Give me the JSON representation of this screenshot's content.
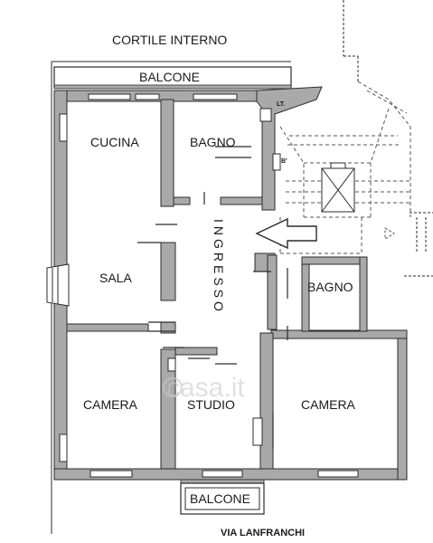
{
  "labels": {
    "courtyard": "CORTILE INTERNO",
    "balcony_top": "BALCONE",
    "balcony_bottom": "BALCONE",
    "kitchen": "CUCINA",
    "bath_top": "BAGNO",
    "bath_right": "BAGNO",
    "entrance": "INGRESSO",
    "living": "SALA",
    "bedroom_left": "CAMERA",
    "study": "STUDIO",
    "bedroom_right": "CAMERA",
    "street": "VIA LANFRANCHI",
    "laundry_tag": "LT.",
    "closet_tag": "B'"
  },
  "watermark": "casa.it",
  "colors": {
    "wall_fill": "#a9a9a9",
    "line": "#2b2b2b",
    "stair_dash": "#555555"
  }
}
